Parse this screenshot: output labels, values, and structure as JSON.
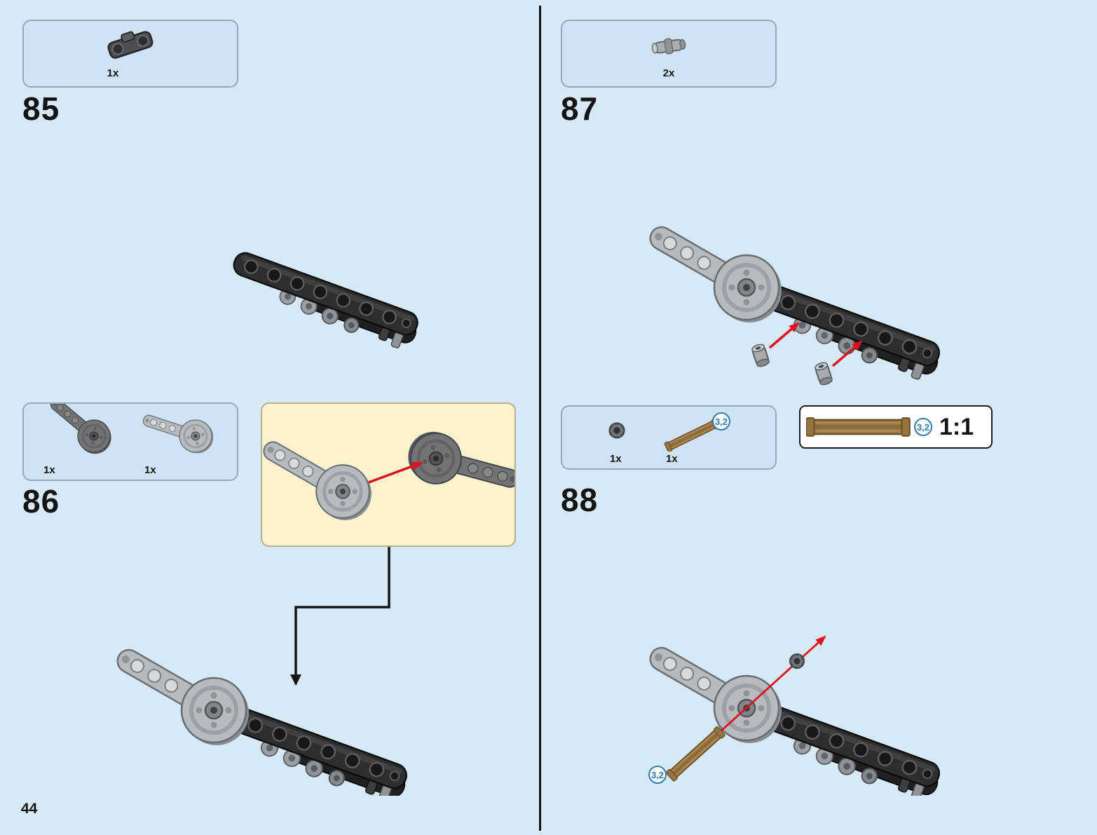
{
  "page_number": "44",
  "steps": {
    "s85": {
      "number": "85",
      "parts": [
        {
          "count": "1x",
          "name": "dark-gray-cross-block"
        }
      ]
    },
    "s86": {
      "number": "86",
      "parts": [
        {
          "count": "1x",
          "name": "dark-gray-rotor-arm"
        },
        {
          "count": "1x",
          "name": "light-gray-rotor-arm"
        }
      ]
    },
    "s87": {
      "number": "87",
      "parts": [
        {
          "count": "2x",
          "name": "light-gray-connector-pin"
        }
      ]
    },
    "s88": {
      "number": "88",
      "parts": [
        {
          "count": "1x",
          "name": "dark-gray-bush"
        },
        {
          "count": "1x",
          "name": "tan-axle",
          "length_label": "3,2"
        }
      ]
    }
  },
  "scale_box": {
    "ratio_label": "1:1",
    "axle_length_label": "3,2"
  },
  "assembly88": {
    "axle_length_label": "3,2"
  },
  "colors": {
    "background": "#d7e9f7",
    "panel_fill": "#cfe3f4",
    "panel_border": "#93a9bc",
    "callout_fill": "#fcf2cd",
    "arrow_red": "#e2101e",
    "axle_tan": "#ab8452",
    "badge_blue": "#2f7bb6",
    "ink": "#141414"
  }
}
